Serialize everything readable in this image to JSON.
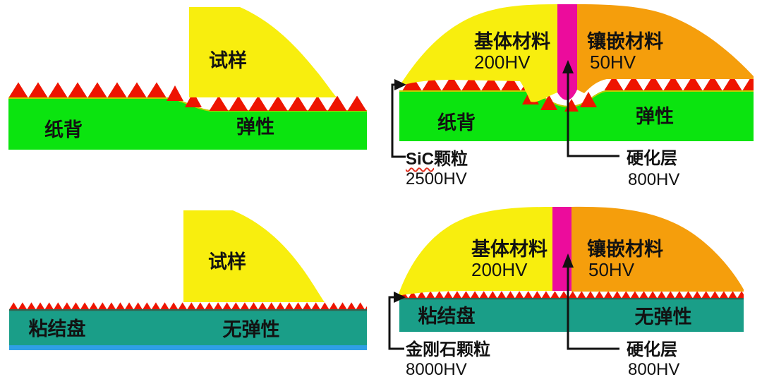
{
  "colors": {
    "yellow": "#F8EE0E",
    "green": "#0BE40F",
    "teal": "#1A9E88",
    "blue_strip": "#2F9FE5",
    "orange": "#F59E0C",
    "magenta": "#EC0C9C",
    "red": "#EE1400",
    "olive_edge": "#C2CC00",
    "dark_edge": "#4A3220",
    "connector": "#111111"
  },
  "panels": {
    "top_left": {
      "sample": "试样",
      "backing": "纸背",
      "property": "弹性"
    },
    "top_right": {
      "matrix": "基体材料",
      "matrix_hardness": "200HV",
      "embedded": "镶嵌材料",
      "embedded_hardness": "50HV",
      "backing": "纸背",
      "property": "弹性",
      "abrasive_code": "SiC",
      "abrasive_word": "颗粒",
      "abrasive_hardness": "2500HV",
      "hardened_layer": "硬化层",
      "hardened_layer_hardness": "800HV"
    },
    "bottom_left": {
      "sample": "试样",
      "backing": "粘结盘",
      "property": "无弹性"
    },
    "bottom_right": {
      "matrix": "基体材料",
      "matrix_hardness": "200HV",
      "embedded": "镶嵌材料",
      "embedded_hardness": "50HV",
      "backing": "粘结盘",
      "property": "无弹性",
      "abrasive": "金刚石颗粒",
      "abrasive_hardness": "8000HV",
      "hardened_layer": "硬化层",
      "hardened_layer_hardness": "800HV"
    }
  }
}
